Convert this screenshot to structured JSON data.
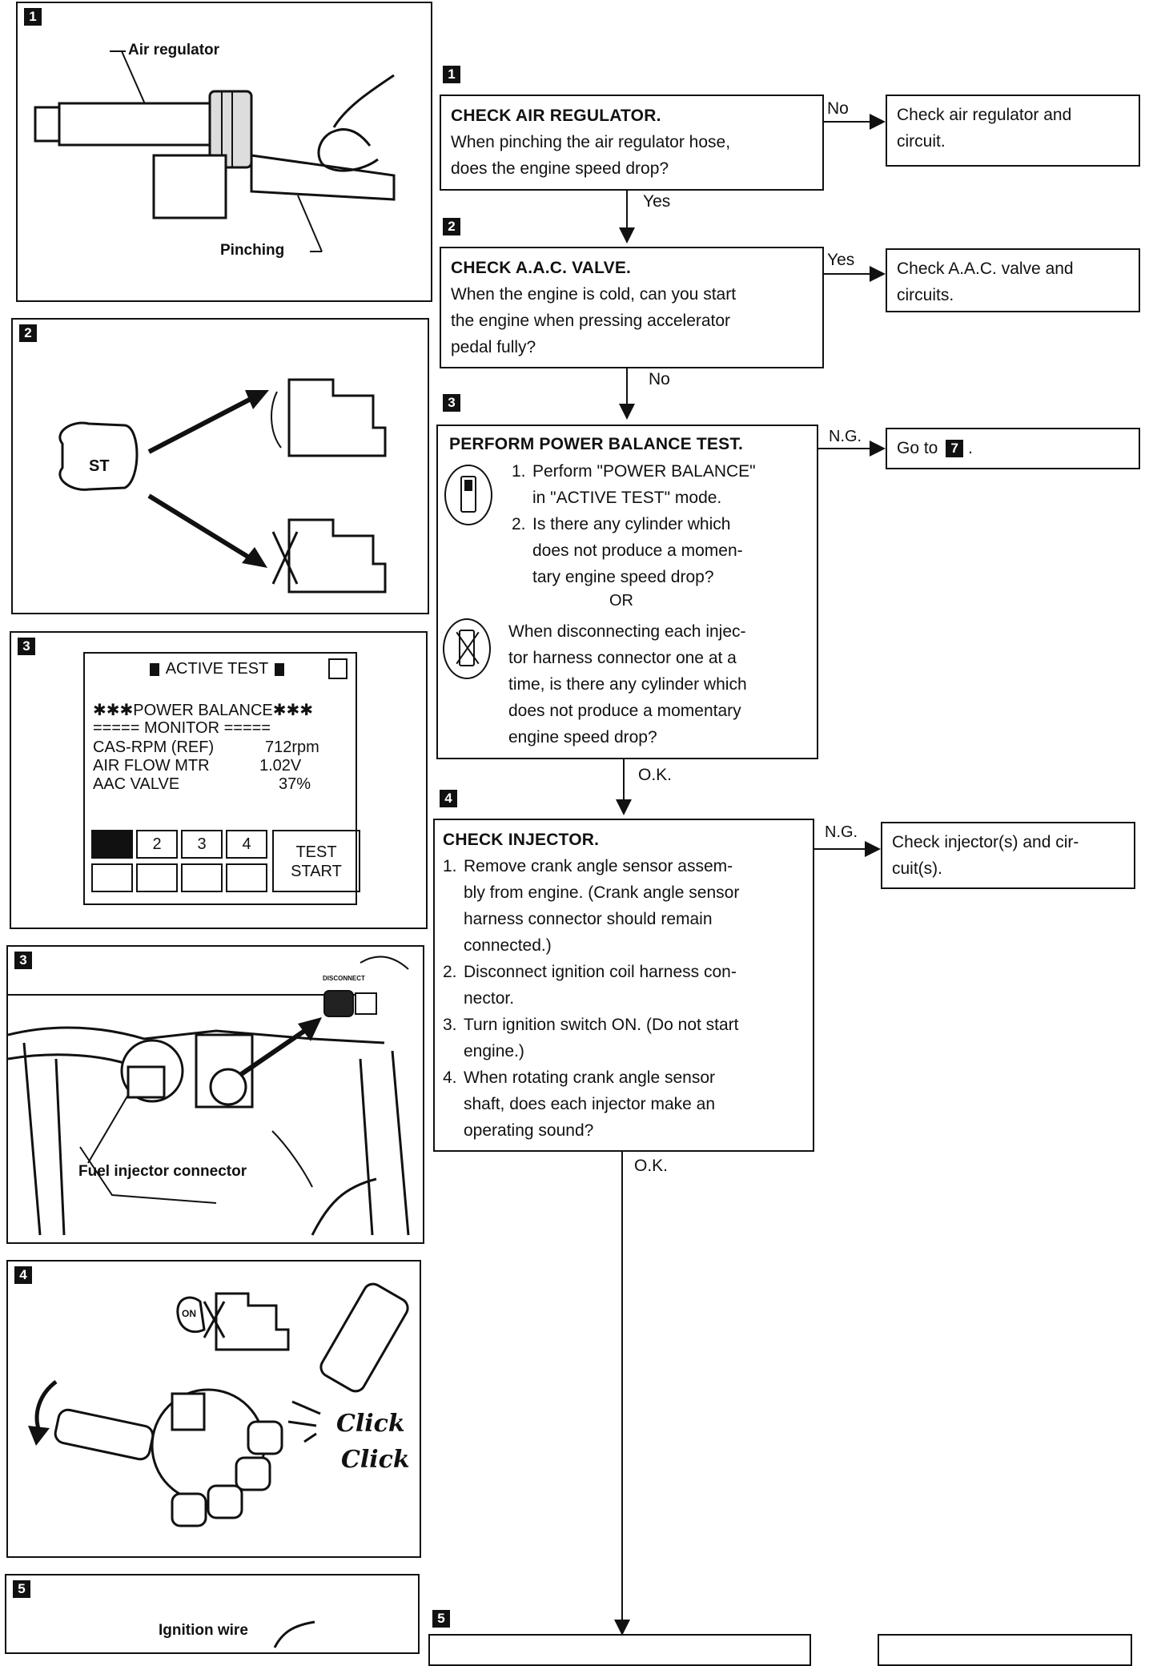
{
  "step_markers": {
    "s1": "1",
    "s2": "2",
    "s3": "3",
    "s4": "4",
    "s5": "5",
    "go7": "7"
  },
  "figures": {
    "fig1": {
      "air_regulator_label": "Air regulator",
      "pinching_label": "Pinching"
    },
    "fig2": {
      "key_label": "ST"
    },
    "fig3_screen": {
      "header": "ACTIVE TEST",
      "line1": "✱✱✱POWER BALANCE✱✱✱",
      "line2": "===== MONITOR =====",
      "rows": [
        {
          "name": "CAS-RPM (REF)",
          "value": "712rpm"
        },
        {
          "name": "AIR FLOW MTR",
          "value": "1.02V"
        },
        {
          "name": "AAC VALVE",
          "value": "37%"
        }
      ],
      "buttons": [
        "2",
        "3",
        "4"
      ],
      "test_start_line1": "TEST",
      "test_start_line2": "START"
    },
    "fig3_engine": {
      "connector_label": "Fuel injector connector",
      "disconnect_label": "DISCONNECT"
    },
    "fig4": {
      "key_label": "ON",
      "click1": "Click",
      "click2": "Click"
    },
    "fig5": {
      "ignition_wire_label": "Ignition wire"
    }
  },
  "flow": {
    "step1": {
      "title": "CHECK AIR REGULATOR.",
      "line1": "When pinching the air regulator hose,",
      "line2": "does the engine speed drop?",
      "no_label": "No",
      "result_line1": "Check air regulator and",
      "result_line2": "circuit.",
      "yes_label": "Yes"
    },
    "step2": {
      "title": "CHECK A.A.C. VALVE.",
      "line1": "When the engine is cold, can you start",
      "line2": "the engine when pressing accelerator",
      "line3": "pedal fully?",
      "yes_label": "Yes",
      "result_line1": "Check A.A.C. valve and",
      "result_line2": "circuits.",
      "no_label": "No"
    },
    "step3": {
      "title": "PERFORM POWER BALANCE TEST.",
      "item1_num": "1.",
      "item1_line1": "Perform \"POWER BALANCE\"",
      "item1_line2": "in \"ACTIVE TEST\" mode.",
      "item2_num": "2.",
      "item2_line1": "Is there any cylinder which",
      "item2_line2": "does not produce a momen-",
      "item2_line3": "tary engine speed drop?",
      "or_label": "OR",
      "alt_line1": "When disconnecting each injec-",
      "alt_line2": "tor harness connector one at a",
      "alt_line3": "time, is there any cylinder which",
      "alt_line4": "does not produce a momentary",
      "alt_line5": "engine speed drop?",
      "ng_label": "N.G.",
      "result_prefix": "Go to",
      "result_suffix": ".",
      "ok_label": "O.K."
    },
    "step4": {
      "title": "CHECK INJECTOR.",
      "items": [
        {
          "num": "1.",
          "lines": [
            "Remove crank angle sensor assem-",
            "bly from engine. (Crank angle sensor",
            "harness connector should remain",
            "connected.)"
          ]
        },
        {
          "num": "2.",
          "lines": [
            "Disconnect ignition coil harness con-",
            "nector."
          ]
        },
        {
          "num": "3.",
          "lines": [
            "Turn ignition switch ON. (Do not start",
            "engine.)"
          ]
        },
        {
          "num": "4.",
          "lines": [
            "When rotating crank angle sensor",
            "shaft, does each injector make an",
            "operating sound?"
          ]
        }
      ],
      "ng_label": "N.G.",
      "result_line1": "Check injector(s) and cir-",
      "result_line2": "cuit(s).",
      "ok_label": "O.K."
    }
  }
}
